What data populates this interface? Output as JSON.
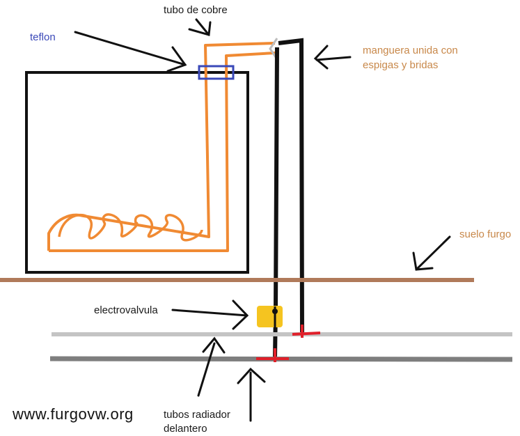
{
  "labels": {
    "copper_tube": "tubo de cobre",
    "teflon": "teflon",
    "hose_line1": "manguera unida con",
    "hose_line2": "espigas y bridas",
    "van_floor": "suelo furgo",
    "solenoid_valve": "electrovalvula",
    "radiator_line1": "tubos radiador",
    "radiator_line2": "delantero"
  },
  "watermark": "www.furgovw.org",
  "colors": {
    "copper": "#f08a33",
    "hose": "#111111",
    "floor": "#b07a5a",
    "pipe_light": "#c4c4c4",
    "pipe_dark": "#7e7e7e",
    "teflon_box": "#3a48b8",
    "valve": "#f5c420",
    "tee": "#e0202a",
    "tank": "#111111",
    "arrow": "#111111"
  }
}
